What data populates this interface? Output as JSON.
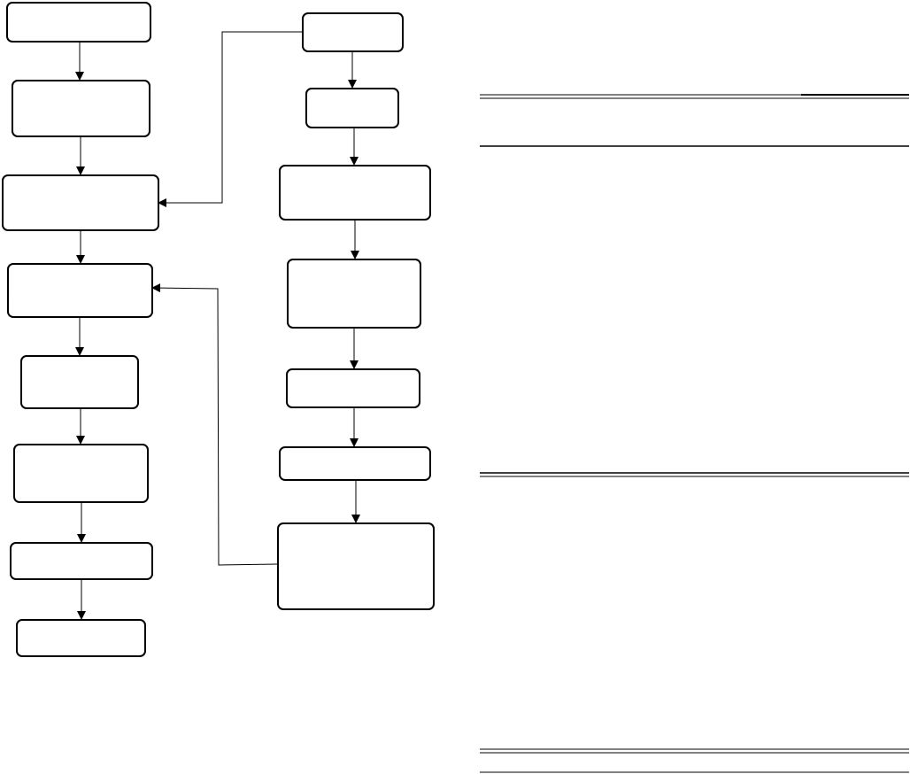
{
  "diagram": {
    "nodes": [
      {
        "id": "L1",
        "label": ""
      },
      {
        "id": "L2",
        "label": ""
      },
      {
        "id": "L3",
        "label": ""
      },
      {
        "id": "L4",
        "label": ""
      },
      {
        "id": "L5",
        "label": ""
      },
      {
        "id": "L6",
        "label": ""
      },
      {
        "id": "L7",
        "label": ""
      },
      {
        "id": "L8",
        "label": ""
      },
      {
        "id": "R1",
        "label": ""
      },
      {
        "id": "R2",
        "label": ""
      },
      {
        "id": "R3",
        "label": ""
      },
      {
        "id": "R4",
        "label": ""
      },
      {
        "id": "R5",
        "label": ""
      },
      {
        "id": "R6",
        "label": ""
      },
      {
        "id": "R7",
        "label": ""
      }
    ],
    "edges": [
      {
        "from": "L1",
        "to": "L2"
      },
      {
        "from": "L2",
        "to": "L3"
      },
      {
        "from": "L3",
        "to": "L4"
      },
      {
        "from": "L4",
        "to": "L5"
      },
      {
        "from": "L5",
        "to": "L6"
      },
      {
        "from": "L6",
        "to": "L7"
      },
      {
        "from": "L7",
        "to": "L8"
      },
      {
        "from": "R1",
        "to": "R2"
      },
      {
        "from": "R2",
        "to": "R3"
      },
      {
        "from": "R3",
        "to": "R4"
      },
      {
        "from": "R4",
        "to": "R5"
      },
      {
        "from": "R5",
        "to": "R6"
      },
      {
        "from": "R6",
        "to": "R7"
      },
      {
        "from": "R1",
        "to": "L3"
      },
      {
        "from": "R7",
        "to": "L4"
      }
    ],
    "colors": {
      "stroke": "#000000",
      "fill": "#ffffff",
      "background": "#ffffff"
    }
  },
  "table": {
    "columns": [],
    "rows": []
  }
}
